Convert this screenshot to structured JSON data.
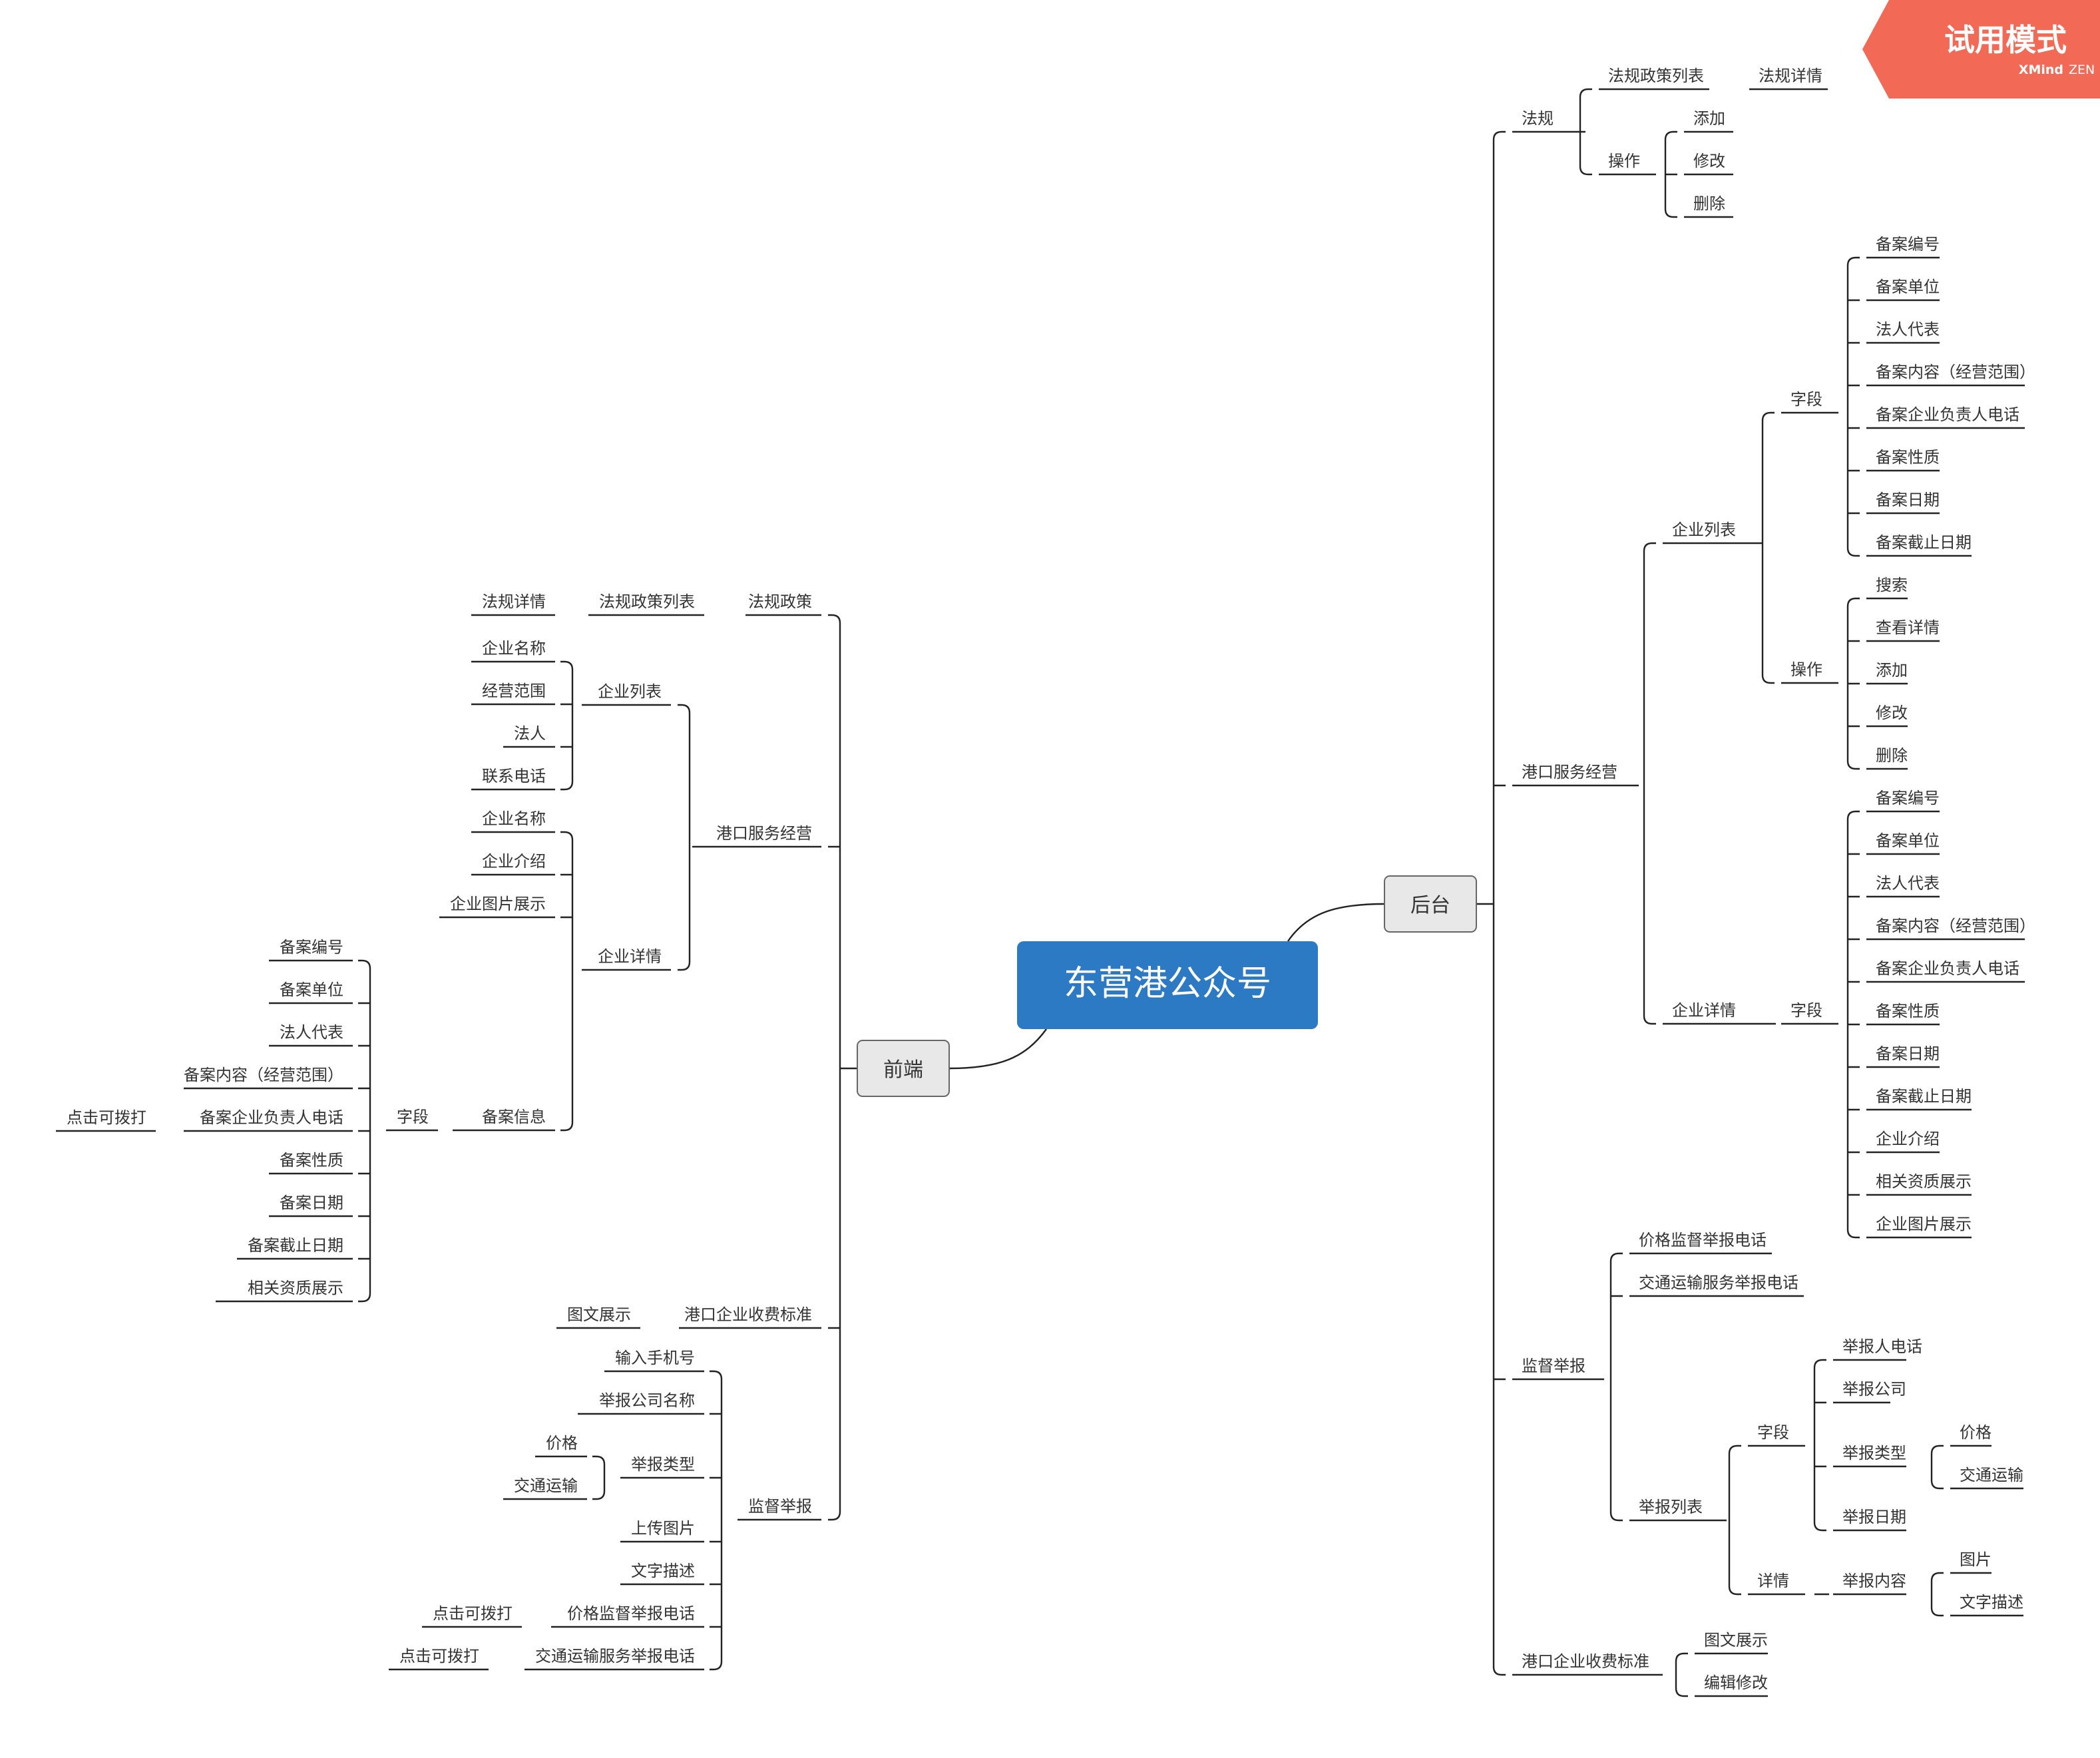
{
  "watermark": {
    "title": "试用模式",
    "brand": "XMind",
    "edition": "ZEN",
    "color": "#f26a55"
  },
  "colors": {
    "root_fill": "#2d7ac4",
    "branch_fill": "#e8e8e8",
    "line": "#222222",
    "text": "#333333"
  },
  "root": {
    "label": "东营港公众号"
  },
  "front": {
    "label": "前端",
    "policy": {
      "label": "法规政策",
      "list": "法规政策列表",
      "detail": "法规详情"
    },
    "port": {
      "label": "港口服务经营",
      "list": {
        "label": "企业列表",
        "items": [
          "企业名称",
          "经营范围",
          "法人",
          "联系电话"
        ]
      },
      "detail": {
        "label": "企业详情",
        "items": [
          "企业名称",
          "企业介绍",
          "企业图片展示"
        ],
        "record": {
          "label": "备案信息",
          "field": "字段",
          "items": [
            "备案编号",
            "备案单位",
            "法人代表",
            "备案内容（经营范围）",
            "备案企业负责人电话",
            "备案性质",
            "备案日期",
            "备案截止日期",
            "相关资质展示"
          ],
          "call": "点击可拨打"
        }
      }
    },
    "fee": {
      "label": "港口企业收费标准",
      "child": "图文展示"
    },
    "report": {
      "label": "监督举报",
      "phone": "输入手机号",
      "company": "举报公司名称",
      "type": {
        "label": "举报类型",
        "items": [
          "价格",
          "交通运输"
        ]
      },
      "upload": "上传图片",
      "desc": "文字描述",
      "price_tel": "价格监督举报电话",
      "traffic_tel": "交通运输服务举报电话",
      "call": "点击可拨打"
    }
  },
  "back": {
    "label": "后台",
    "law": {
      "label": "法规",
      "list": "法规政策列表",
      "detail": "法规详情",
      "ops_label": "操作",
      "ops": [
        "添加",
        "修改",
        "删除"
      ]
    },
    "port": {
      "label": "港口服务经营",
      "list": {
        "label": "企业列表",
        "field": "字段",
        "fields": [
          "备案编号",
          "备案单位",
          "法人代表",
          "备案内容（经营范围）",
          "备案企业负责人电话",
          "备案性质",
          "备案日期",
          "备案截止日期"
        ],
        "ops_label": "操作",
        "ops": [
          "搜索",
          "查看详情",
          "添加",
          "修改",
          "删除"
        ]
      },
      "detail": {
        "label": "企业详情",
        "field": "字段",
        "fields": [
          "备案编号",
          "备案单位",
          "法人代表",
          "备案内容（经营范围）",
          "备案企业负责人电话",
          "备案性质",
          "备案日期",
          "备案截止日期",
          "企业介绍",
          "相关资质展示",
          "企业图片展示"
        ]
      }
    },
    "report": {
      "label": "监督举报",
      "price_tel": "价格监督举报电话",
      "traffic_tel": "交通运输服务举报电话",
      "list": {
        "label": "举报列表",
        "field": "字段",
        "fields": [
          "举报人电话",
          "举报公司",
          "举报类型",
          "举报日期"
        ],
        "type_items": [
          "价格",
          "交通运输"
        ],
        "detail": "详情",
        "content": "举报内容",
        "content_items": [
          "图片",
          "文字描述"
        ]
      }
    },
    "fee": {
      "label": "港口企业收费标准",
      "items": [
        "图文展示",
        "编辑修改"
      ]
    }
  }
}
